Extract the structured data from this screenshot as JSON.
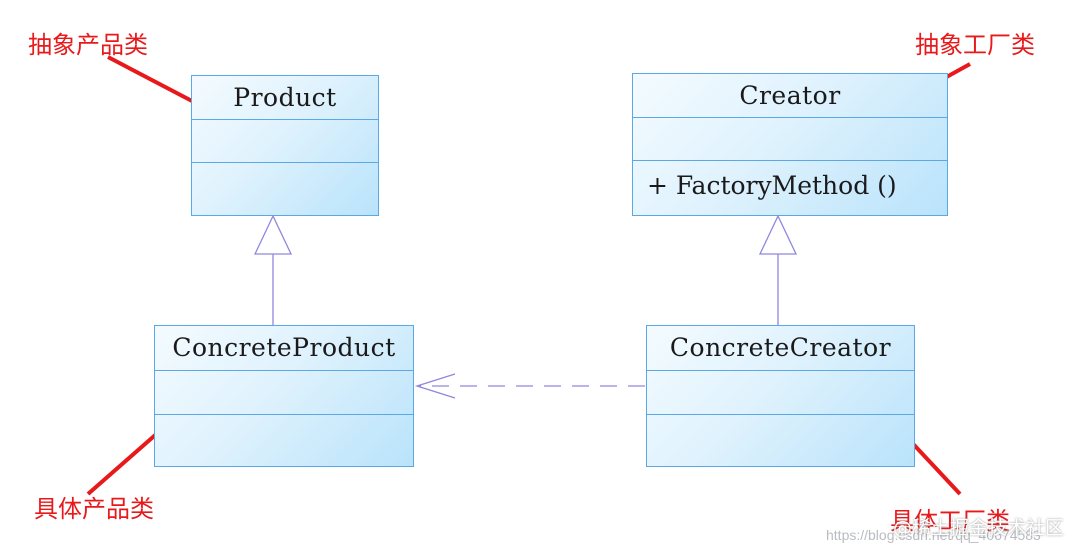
{
  "colors": {
    "class_border": "#5aa9e6",
    "class_fill_light": "#f4fbff",
    "class_fill_dark": "#b9e3fb",
    "relation_line": "#8f86e0",
    "annotation": "#e8191b"
  },
  "classes": {
    "product": {
      "name": "Product",
      "methods": []
    },
    "creator": {
      "name": "Creator",
      "methods": [
        "+  FactoryMethod ()"
      ]
    },
    "concrete_product": {
      "name": "ConcreteProduct",
      "methods": []
    },
    "concrete_creator": {
      "name": "ConcreteCreator",
      "methods": []
    }
  },
  "relations": [
    {
      "type": "generalization",
      "from": "concrete_product",
      "to": "product"
    },
    {
      "type": "generalization",
      "from": "concrete_creator",
      "to": "creator"
    },
    {
      "type": "dependency",
      "from": "concrete_creator",
      "to": "concrete_product"
    }
  ],
  "annotations": {
    "abstract_product": "抽象产品类",
    "abstract_factory": "抽象工厂类",
    "concrete_product": "具体产品类",
    "concrete_factory": "具体工厂类"
  },
  "watermark": {
    "url": "https://blog.csdn.net/qq_40674583",
    "site": "@稀土掘金技术社区"
  }
}
